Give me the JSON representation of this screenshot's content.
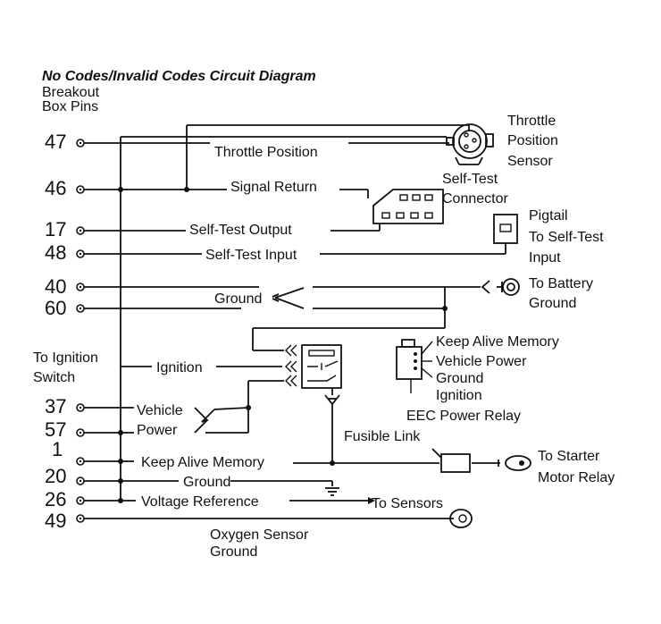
{
  "title": "No Codes/Invalid Codes Circuit Diagram",
  "breakout_label": [
    "Breakout",
    "Box Pins"
  ],
  "pins": {
    "p47": "47",
    "p46": "46",
    "p17": "17",
    "p48": "48",
    "p40": "40",
    "p60": "60",
    "p37": "37",
    "p57": "57",
    "p1": "1",
    "p20": "20",
    "p26": "26",
    "p49": "49"
  },
  "circuits": {
    "throttle_position": "Throttle Position",
    "signal_return": "Signal Return",
    "self_test_output": "Self-Test Output",
    "self_test_input": "Self-Test Input",
    "ground": "Ground",
    "ignition": "Ignition",
    "vehicle": "Vehicle",
    "power": "Power",
    "keep_alive_memory": "Keep Alive Memory",
    "ground2": "Ground",
    "voltage_reference": "Voltage Reference",
    "to_sensors": "To Sensors",
    "oxygen_sensor_ground": [
      "Oxygen Sensor",
      "Ground"
    ]
  },
  "components": {
    "tps": [
      "Throttle",
      "Position",
      "Sensor"
    ],
    "self_test_connector": [
      "Self-Test",
      "Connector"
    ],
    "pigtail": [
      "Pigtail",
      "To Self-Test",
      "Input"
    ],
    "battery_ground": [
      "To Battery",
      "Ground"
    ],
    "ignition_switch": [
      "To Ignition",
      "Switch"
    ],
    "relay_legend": [
      "Keep Alive Memory",
      "Vehicle Power",
      "Ground",
      "Ignition"
    ],
    "eec_power_relay": "EEC Power Relay",
    "fusible_link": "Fusible Link",
    "starter_relay": [
      "To Starter",
      "Motor Relay"
    ]
  },
  "icons": [
    "pin-terminal-icon",
    "throttle-sensor-icon",
    "connector-icon",
    "relay-icon",
    "battery-ground-icon",
    "ground-symbol-icon",
    "fusible-link-icon",
    "ring-terminal-icon"
  ]
}
